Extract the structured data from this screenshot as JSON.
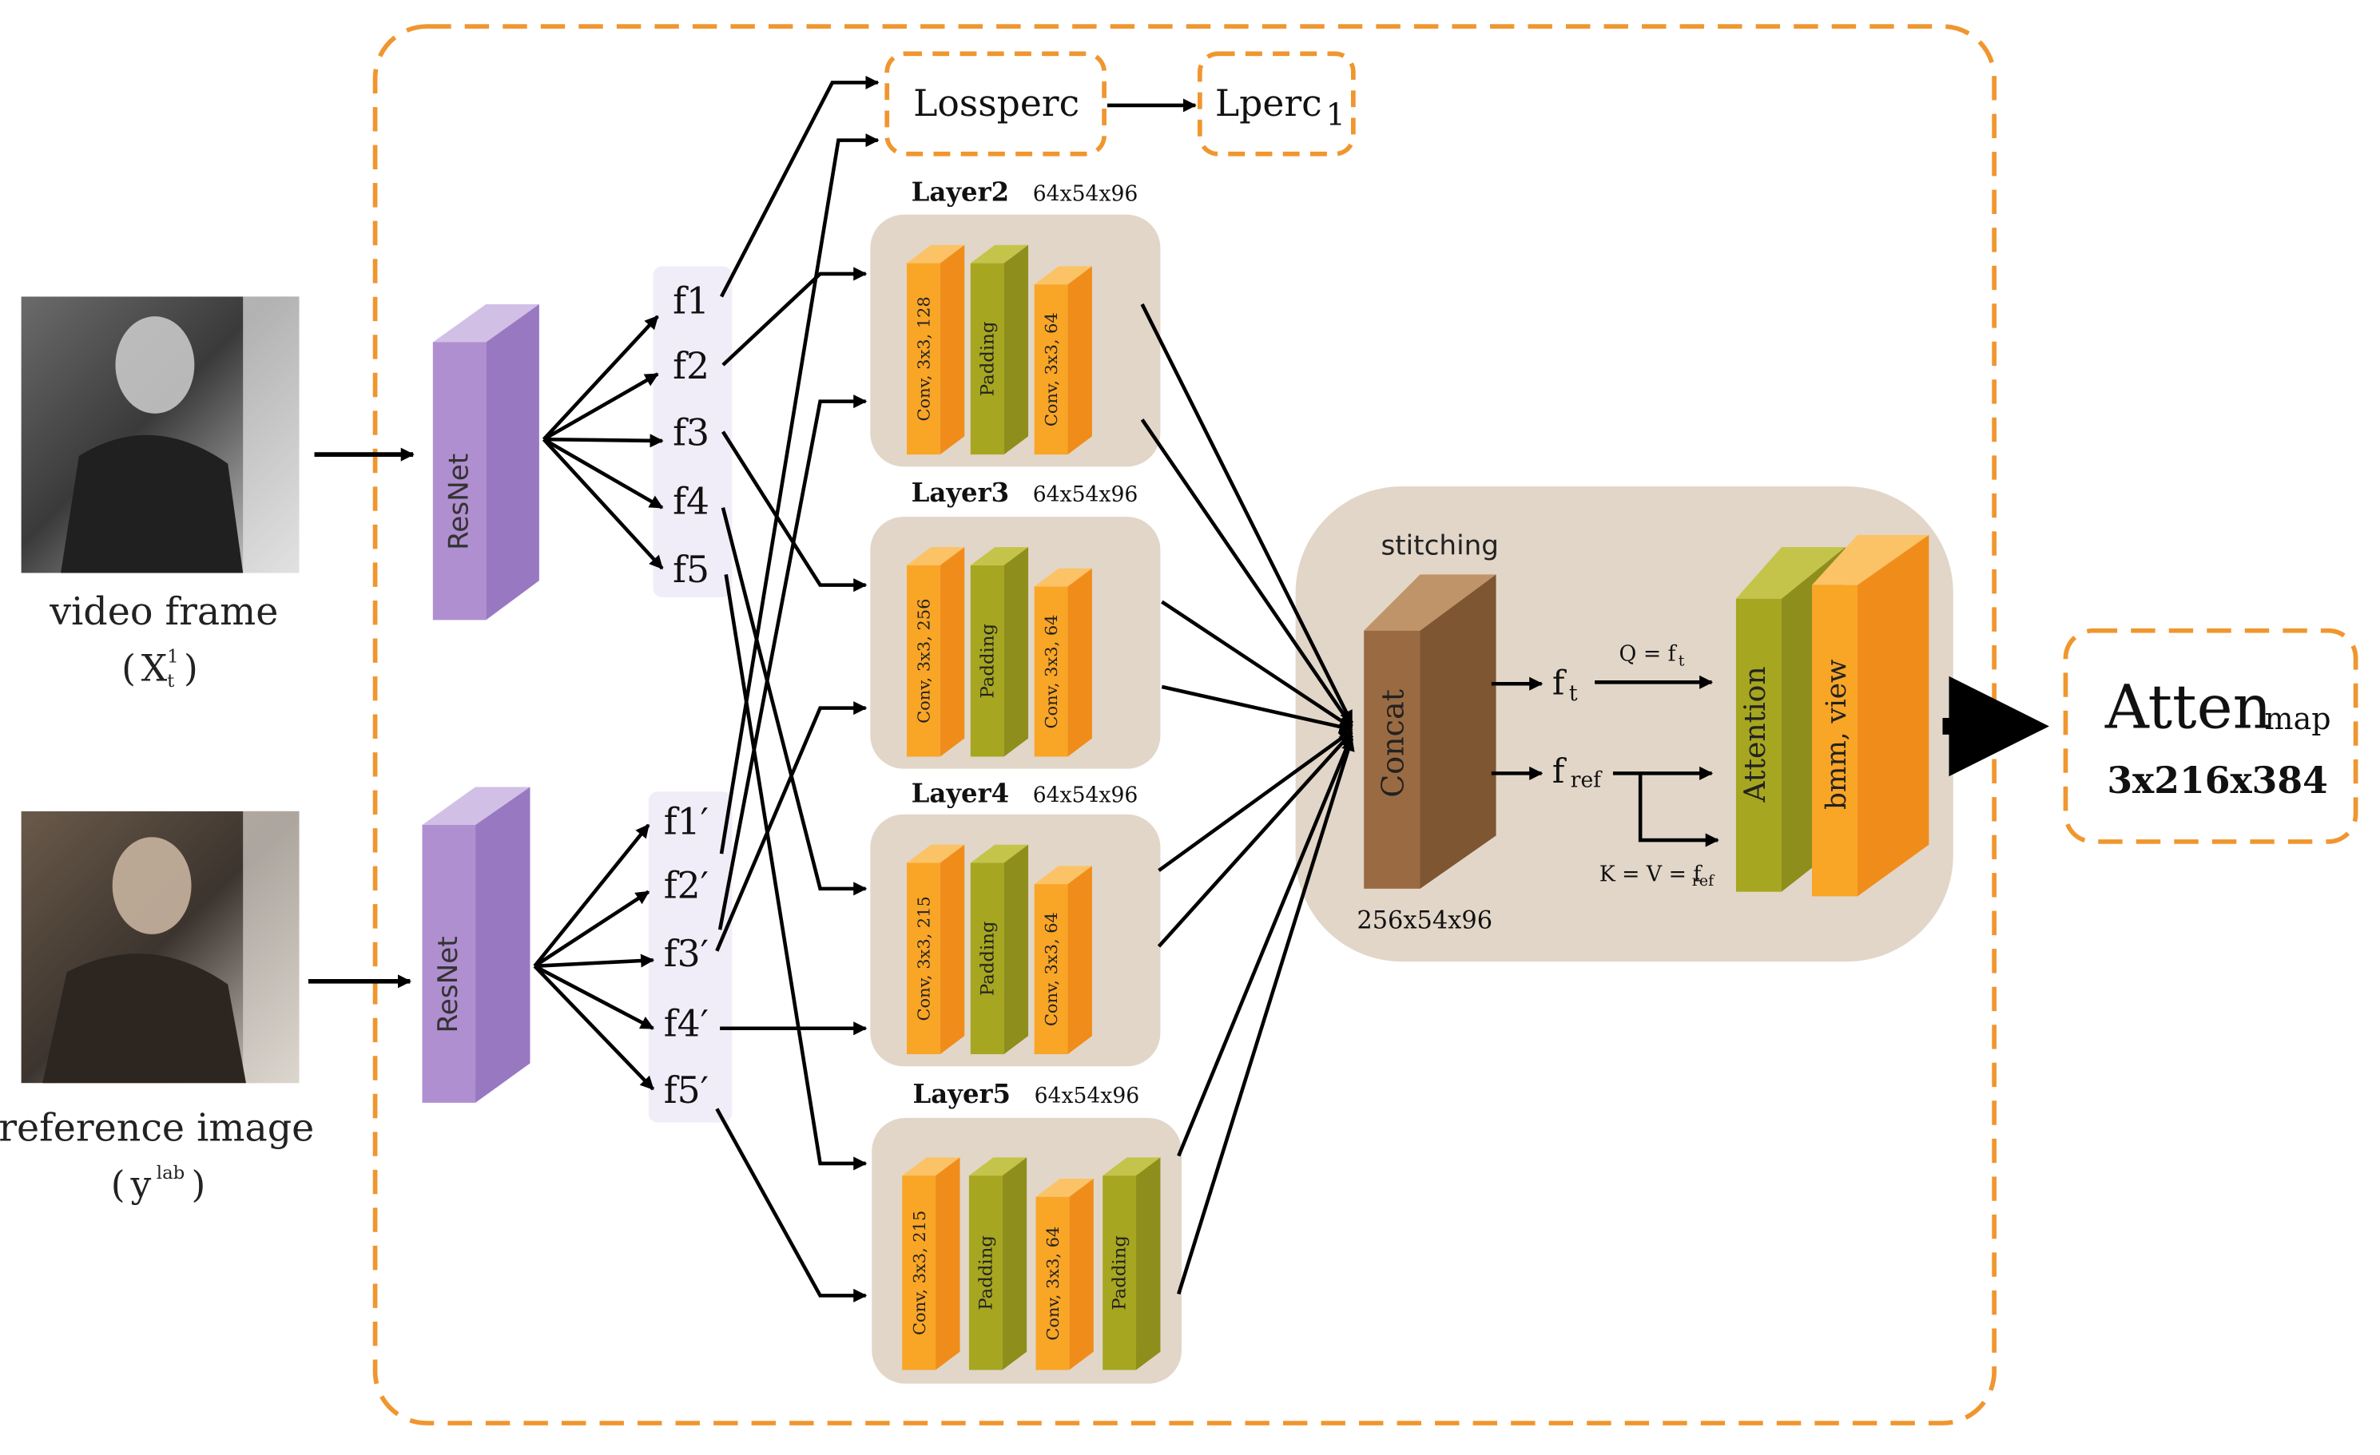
{
  "inputs": {
    "video_frame": {
      "label": "video frame",
      "notation": "X",
      "sup": "1",
      "sub": "t"
    },
    "reference_image": {
      "label": "reference image",
      "notation": "y",
      "sup": "lab"
    }
  },
  "encoders": [
    {
      "label": "ResNet"
    },
    {
      "label": "ResNet"
    }
  ],
  "features_video": [
    "f1",
    "f2",
    "f3",
    "f4",
    "f5"
  ],
  "features_ref": [
    "f1′",
    "f2′",
    "f3′",
    "f4′",
    "f5′"
  ],
  "loss": {
    "name": "Lossperc",
    "output": "Lperc",
    "output_sub": "1"
  },
  "layers": [
    {
      "name": "Layer2",
      "dims": "64x54x96",
      "blocks": [
        "Conv, 3x3, 128",
        "Padding",
        "Conv, 3x3, 64"
      ]
    },
    {
      "name": "Layer3",
      "dims": "64x54x96",
      "blocks": [
        "Conv, 3x3, 256",
        "Padding",
        "Conv, 3x3, 64"
      ]
    },
    {
      "name": "Layer4",
      "dims": "64x54x96",
      "blocks": [
        "Conv, 3x3, 215",
        "Padding",
        "Conv, 3x3, 64"
      ]
    },
    {
      "name": "Layer5",
      "dims": "64x54x96",
      "blocks": [
        "Conv, 3x3, 215",
        "Padding",
        "Conv, 3x3, 64",
        "Padding"
      ]
    }
  ],
  "stitching": {
    "title": "stitching",
    "concat_label": "Concat",
    "concat_dims": "256x54x96",
    "ft": "f",
    "ft_sub": "t",
    "fref": "f",
    "fref_sub": "ref",
    "q_label": "Q = f",
    "q_sub": "t",
    "kv_label": "K = V = f",
    "kv_sub": "ref",
    "attention_label": "Attention",
    "bmm_label": "bmm, view"
  },
  "output": {
    "name": "Atten",
    "name_sub": "map",
    "dims": "3x216x384"
  },
  "colors": {
    "dashed_border": "#f0962e",
    "resnet": "#b08fd0",
    "panel": "#e2d6c8",
    "conv": "#f9a526",
    "padding": "#a6a620",
    "concat": "#9a6b42",
    "feature_bg": "#f1edf8"
  }
}
